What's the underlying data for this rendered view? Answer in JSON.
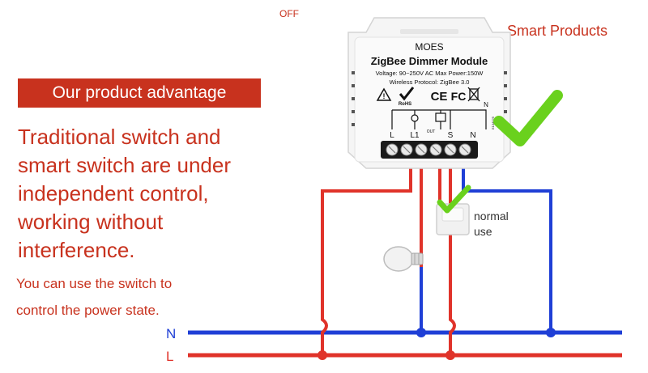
{
  "header": {
    "off_label": "OFF",
    "smart_products": "Smart Products"
  },
  "left_panel": {
    "banner": "Our product advantage",
    "main_lines": [
      "Traditional switch and",
      "smart switch are under",
      "independent control,",
      "working without",
      "interference."
    ],
    "sub_lines": [
      "You can use the switch to",
      "control the power state."
    ]
  },
  "module": {
    "brand": "MOES",
    "title": "ZigBee Dimmer Module",
    "spec_line": "Voltage: 90~250V AC Max Power:150W",
    "protocol_line": "Wireless Protocol: ZigBee 3.0",
    "certs": [
      "RoHS",
      "CE",
      "FC"
    ],
    "terminals": [
      "L",
      "L1",
      "S",
      "N"
    ],
    "terminal_sub": "OUT",
    "side_code": "E134025"
  },
  "wall_switch": {
    "label_line1": "normal",
    "label_line2": "use"
  },
  "lines": {
    "neutral_label": "N",
    "live_label": "L"
  },
  "colors": {
    "live": "#e0332a",
    "neutral": "#1f3fd6",
    "accent_red": "#c8321e",
    "check": "#6ad11d"
  }
}
